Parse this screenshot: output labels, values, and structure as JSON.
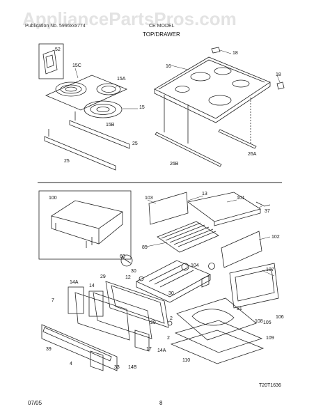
{
  "watermark": "AppliancePartsPros.com",
  "header": {
    "left": "Publication No. 5995xxx774",
    "right": "CE MODEL",
    "section": "TOP/DRAWER"
  },
  "footer": {
    "date": "07/05",
    "page": "8"
  },
  "diagram_code": "T20T1636",
  "labels": {
    "l52": "52",
    "l15c": "15C",
    "l15a": "15A",
    "l15": "15",
    "l15b": "15B",
    "l25a": "25",
    "l25b": "25",
    "l16": "16",
    "l18a": "18",
    "l18b": "18",
    "l26a": "26A",
    "l26b": "26B",
    "l100": "100",
    "l103": "103",
    "l13": "13",
    "l101": "101",
    "l37": "37",
    "l85": "85",
    "l102": "102",
    "l60": "60",
    "l30a": "30",
    "l104": "104",
    "l12": "12",
    "l29": "29",
    "l14a": "14A",
    "l14": "14",
    "l7": "7",
    "l107": "107",
    "l81": "81",
    "l108": "108",
    "l105": "105",
    "l106": "106",
    "l109": "109",
    "l110": "110",
    "l39": "39",
    "l4": "4",
    "l33": "33",
    "l14b": "14B",
    "l17": "17",
    "l14a2": "14A",
    "l2": "2",
    "l30b": "30",
    "l29b": "29",
    "l2b": "2"
  }
}
